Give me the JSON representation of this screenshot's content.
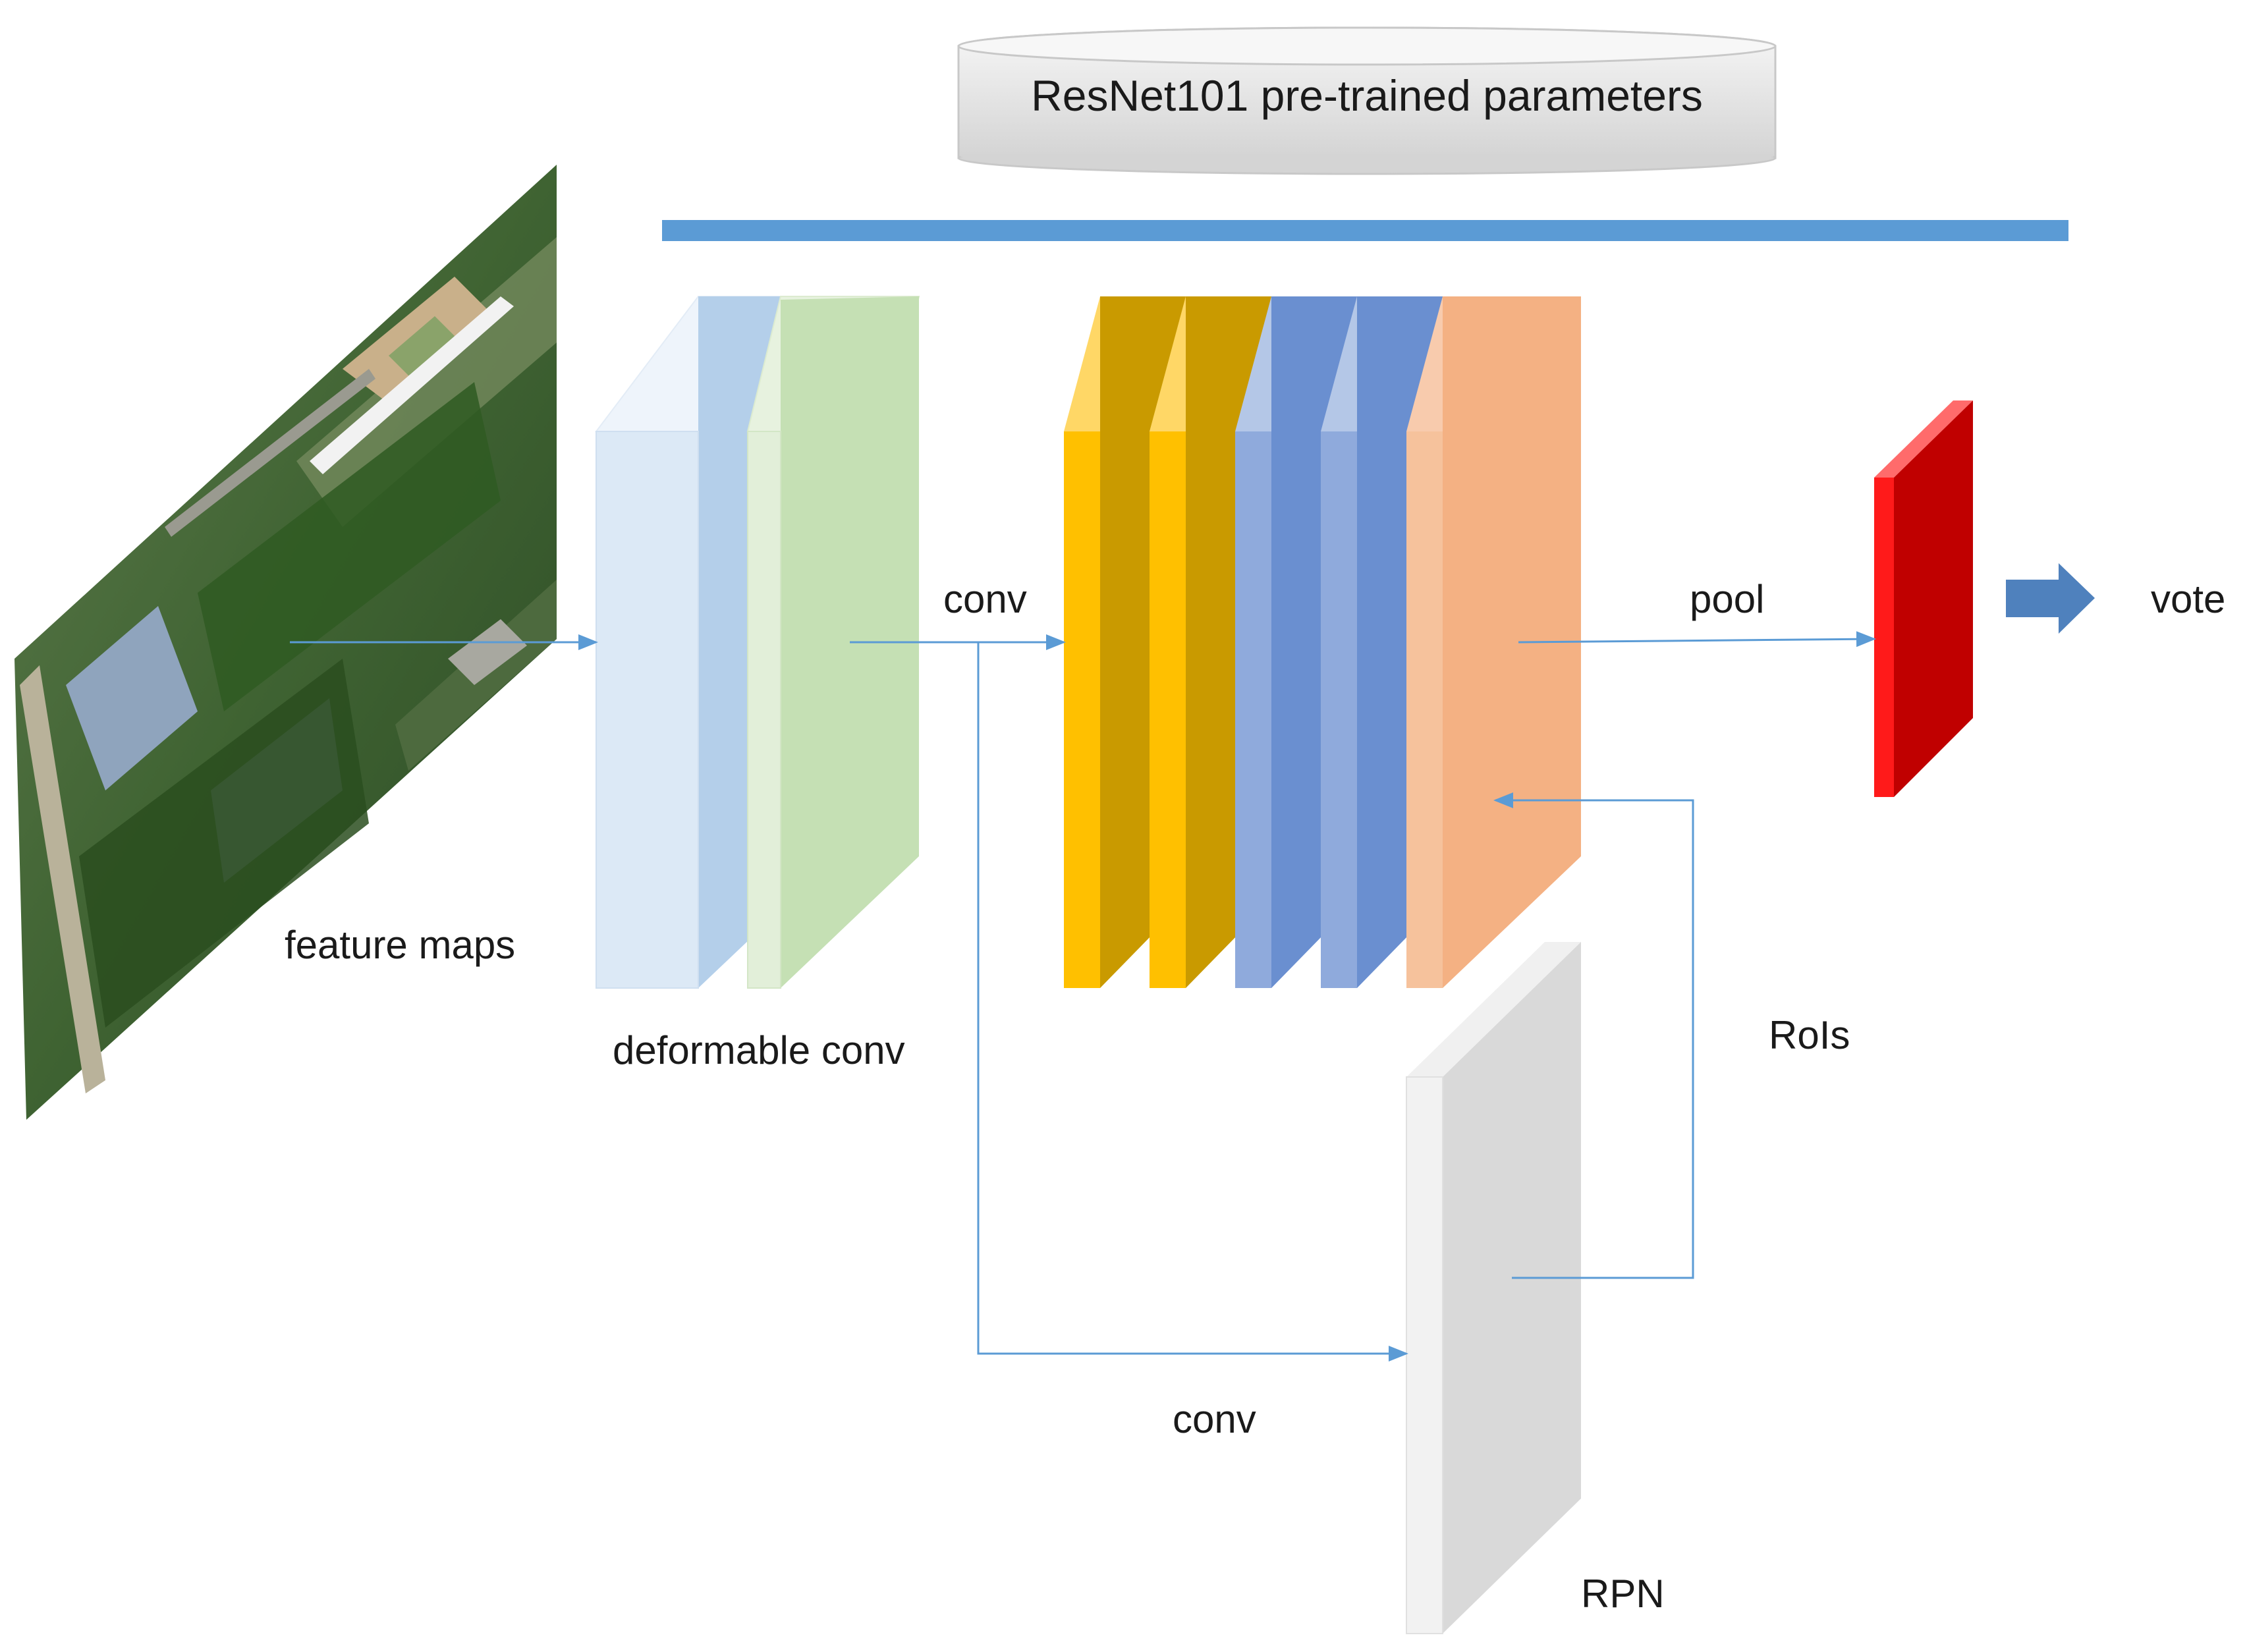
{
  "diagram": {
    "database_label": "ResNet101 pre-trained parameters",
    "labels": {
      "feature_maps": "feature maps",
      "deformable_conv": "deformable conv",
      "conv_top": "conv",
      "conv_bottom": "conv",
      "pool": "pool",
      "vote": "vote",
      "rois": "RoIs",
      "rpn": "RPN"
    },
    "colors": {
      "shared_bar": "#5b9bd5",
      "arrow": "#5b9bd5",
      "light_blue_block": "#dce9f6",
      "green_block": "#c5e0b4",
      "gold_block": "#ffc000",
      "blue_block": "#8faadc",
      "orange_block": "#f4b183",
      "red_block": "#e00000",
      "gray_block": "#d9d9d9",
      "cylinder": "#e6e6e6"
    }
  }
}
